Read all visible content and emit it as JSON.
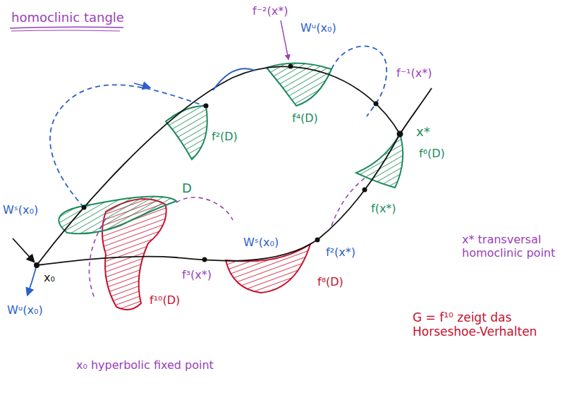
{
  "diagram": {
    "title": "homoclinic tangle",
    "labels": [
      "f⁻²(x*)",
      "Wᵘ(x₀)",
      "f⁻¹(x*)",
      "f²(D)",
      "f⁴(D)",
      "x*",
      "f⁶(D)",
      "D",
      "Wˢ(x₀)",
      "f(x*)",
      "Wˢ(x₀)",
      "f²(x*)",
      "x₀",
      "f³(x*)",
      "f⁸(D)",
      "f¹⁰(D)",
      "Wᵘ(x₀)",
      "x* transversal homoclinic point",
      "G = f¹⁰ zeigt das Horseshoe-Verhalten",
      "x₀ hyperbolic fixed point"
    ]
  }
}
